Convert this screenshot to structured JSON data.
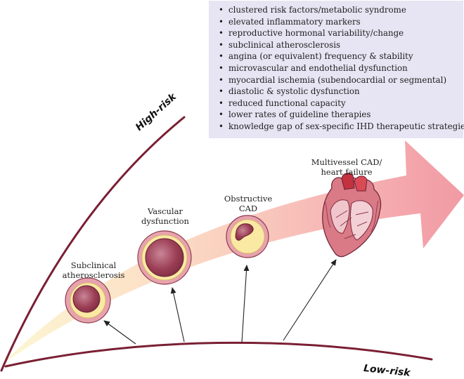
{
  "risk_factors": [
    "clustered risk factors/metabolic syndrome",
    "elevated inflammatory markers",
    "reproductive hormonal variability/change",
    "subclinical atherosclerosis",
    "angina (or equivalent) frequency & stability",
    "microvascular and endothelial dysfunction",
    "myocardial ischemia (subendocardial or segmental)",
    "diastolic & systolic dysfunction",
    "reduced functional capacity",
    "lower rates of guideline therapies",
    "knowledge gap of sex-specific IHD therapeutic strategies"
  ],
  "stages": {
    "subclinical": {
      "line1": "Subclinical",
      "line2": "atherosclerosis"
    },
    "vascular": {
      "line1": "Vascular",
      "line2": "dysfunction"
    },
    "obstructive": {
      "line1": "Obstructive",
      "line2": "CAD"
    },
    "multivessel": {
      "line1": "Multivessel CAD/",
      "line2": "heart failure"
    }
  },
  "axes": {
    "high": "High-risk",
    "low": "Low-risk"
  },
  "colors": {
    "curve": "#7a1f33",
    "box": "#e7e5f3",
    "arrow": "#f2a9ae",
    "vessel_wall": "#e6a3ad",
    "plaque": "#f9e9a3",
    "lumen": "#9b3e55"
  },
  "icons": {
    "heart": "anatomical-heart-icon",
    "vessel": "vessel-cross-section-icon"
  }
}
